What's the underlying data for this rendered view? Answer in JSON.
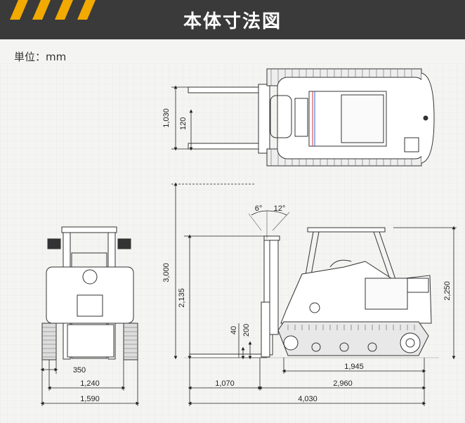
{
  "header": {
    "title": "本体寸法図",
    "stripe_color": "#f2a900",
    "bar_color": "#3a3a3a"
  },
  "unit_label": "単位：mm",
  "dimensions": {
    "fork_width": "1,030",
    "fork_thickness": "120",
    "overall_height": "3,000",
    "lift_height": "2,135",
    "fork_ground_clearance": "40",
    "fork_lower_height": "200",
    "cabin_height": "2,250",
    "tilt_forward": "6°",
    "tilt_backward": "12°",
    "track_width": "350",
    "tread": "1,240",
    "overall_width": "1,590",
    "track_length": "1,945",
    "fork_length": "1,070",
    "body_length": "2,960",
    "overall_length": "4,030"
  }
}
